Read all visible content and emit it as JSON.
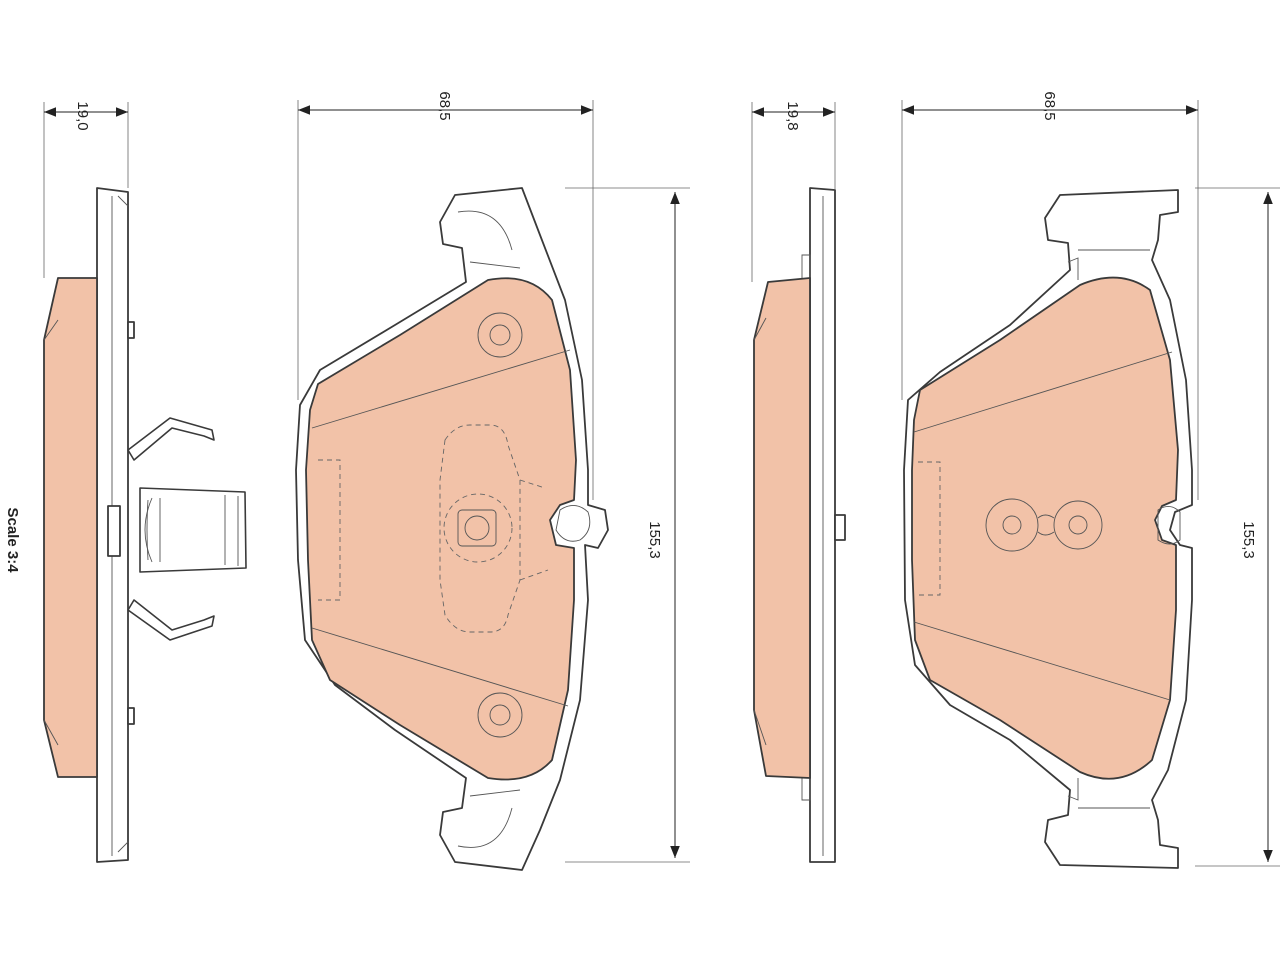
{
  "dimensions": {
    "left_side_thickness": "19,0",
    "left_pad_width": "68,5",
    "left_pad_height": "155,3",
    "right_side_thickness": "19,8",
    "right_pad_width": "68,5",
    "right_pad_height": "155,3"
  },
  "scale_label": "Scale 3:4",
  "colors": {
    "friction_material": "#f2c2a8",
    "outline": "#3a3a3a",
    "background": "#ffffff"
  }
}
